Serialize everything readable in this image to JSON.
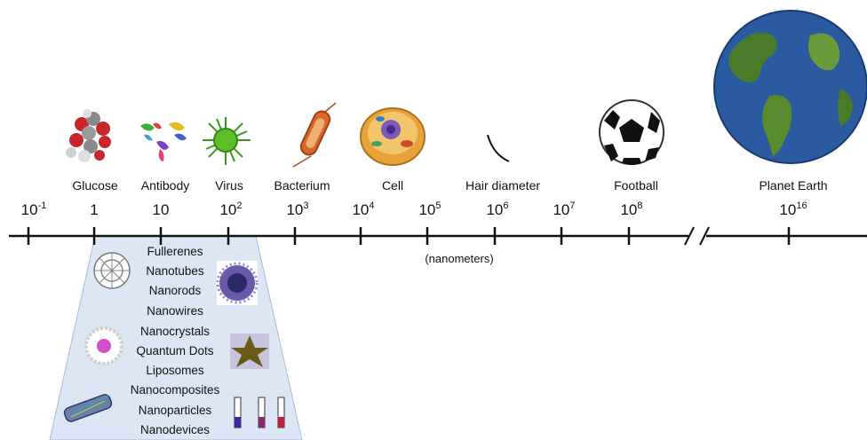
{
  "objects": [
    {
      "label": "Glucose"
    },
    {
      "label": "Antibody"
    },
    {
      "label": "Virus"
    },
    {
      "label": "Bacterium"
    },
    {
      "label": "Cell"
    },
    {
      "label": "Hair diameter"
    },
    {
      "label": "Football"
    },
    {
      "label": "Planet Earth"
    }
  ],
  "ticks": [
    {
      "base": "10",
      "exp": "-1"
    },
    {
      "base": "1",
      "exp": ""
    },
    {
      "base": "10",
      "exp": ""
    },
    {
      "base": "10",
      "exp": "2"
    },
    {
      "base": "10",
      "exp": "3"
    },
    {
      "base": "10",
      "exp": "4"
    },
    {
      "base": "10",
      "exp": "5"
    },
    {
      "base": "10",
      "exp": "6"
    },
    {
      "base": "10",
      "exp": "7"
    },
    {
      "base": "10",
      "exp": "8"
    },
    {
      "base": "10",
      "exp": "16"
    }
  ],
  "unit_label": "(nanometers)",
  "nanomaterials": [
    "Fullerenes",
    "Nanotubes",
    "Nanorods",
    "Nanowires",
    "Nanocrystals",
    "Quantum Dots",
    "Liposomes",
    "Nanocomposites",
    "Nanoparticles",
    "Nanodevices"
  ],
  "colors": {
    "axis": "#111111",
    "nano_region": "#dce6f4",
    "nano_region_edge": "#aabbd6",
    "earth_ocean": "#2a5aa0",
    "earth_land": "#4a7a2a",
    "cell_body": "#e8a23a",
    "virus": "#5cbf2a",
    "bacterium": "#d9662a",
    "glucose_red": "#c8262a"
  },
  "icons": [
    "glucose-molecule-icon",
    "antibody-icon",
    "virus-icon",
    "bacterium-icon",
    "cell-icon",
    "hair-icon",
    "football-icon",
    "earth-icon",
    "fullerene-icon",
    "nanoflower-icon",
    "liposome-icon",
    "nanostar-icon",
    "nanotube-icon",
    "vials-icon"
  ]
}
